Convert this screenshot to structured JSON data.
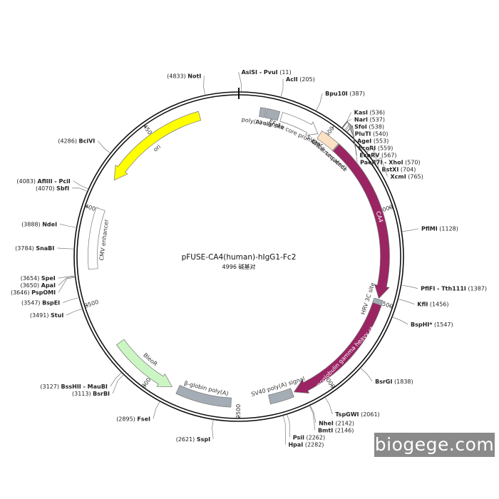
{
  "plasmid": {
    "name": "pFUSE-CA4(human)-hIgG1-Fc2",
    "length": 4996,
    "length_text": "4996 碱基对"
  },
  "scale_ticks": [
    {
      "bp": 500,
      "label": "500"
    },
    {
      "bp": 1000,
      "label": "1000"
    },
    {
      "bp": 1500,
      "label": "1500"
    },
    {
      "bp": 2000,
      "label": "2000"
    },
    {
      "bp": 2500,
      "label": "2500"
    },
    {
      "bp": 3000,
      "label": "3000"
    },
    {
      "bp": 3500,
      "label": "3500"
    },
    {
      "bp": 4000,
      "label": "4000"
    },
    {
      "bp": 4500,
      "label": "4500"
    }
  ],
  "sites": [
    {
      "name": "AsiSI - PvuI",
      "pos": 11,
      "pos_text": "(11)"
    },
    {
      "name": "AclI",
      "pos": 205,
      "pos_text": "(205)"
    },
    {
      "name": "Bpu10I",
      "pos": 387,
      "pos_text": "(387)"
    },
    {
      "name": "KasI",
      "pos": 536,
      "pos_text": "(536)"
    },
    {
      "name": "NarI",
      "pos": 537,
      "pos_text": "(537)"
    },
    {
      "name": "SfoI",
      "pos": 538,
      "pos_text": "(538)"
    },
    {
      "name": "PluTI",
      "pos": 540,
      "pos_text": "(540)"
    },
    {
      "name": "AgeI",
      "pos": 553,
      "pos_text": "(553)"
    },
    {
      "name": "EcoRI",
      "pos": 559,
      "pos_text": "(559)"
    },
    {
      "name": "EcoRV",
      "pos": 567,
      "pos_text": "(567)"
    },
    {
      "name": "PaeR7I - XhoI",
      "pos": 570,
      "pos_text": "(570)"
    },
    {
      "name": "BstXI",
      "pos": 704,
      "pos_text": "(704)"
    },
    {
      "name": "XcmI",
      "pos": 765,
      "pos_text": "(765)"
    },
    {
      "name": "PflMI",
      "pos": 1128,
      "pos_text": "(1128)"
    },
    {
      "name": "PflFI - Tth111I",
      "pos": 1387,
      "pos_text": "(1387)"
    },
    {
      "name": "KflI",
      "pos": 1456,
      "pos_text": "(1456)"
    },
    {
      "name": "BspHI*",
      "pos": 1547,
      "pos_text": "(1547)"
    },
    {
      "name": "BsrGI",
      "pos": 1838,
      "pos_text": "(1838)"
    },
    {
      "name": "TspGWI",
      "pos": 2061,
      "pos_text": "(2061)"
    },
    {
      "name": "NheI",
      "pos": 2142,
      "pos_text": "(2142)"
    },
    {
      "name": "BmtI",
      "pos": 2146,
      "pos_text": "(2146)"
    },
    {
      "name": "PsiI",
      "pos": 2262,
      "pos_text": "(2262)"
    },
    {
      "name": "HpaI",
      "pos": 2282,
      "pos_text": "(2282)"
    },
    {
      "name": "SspI",
      "pos": 2621,
      "pos_text": "(2621)"
    },
    {
      "name": "FseI",
      "pos": 2895,
      "pos_text": "(2895)"
    },
    {
      "name": "BsrBI",
      "pos": 3113,
      "pos_text": "(3113)"
    },
    {
      "name": "BssHII - MauBI",
      "pos": 3127,
      "pos_text": "(3127)"
    },
    {
      "name": "StuI",
      "pos": 3491,
      "pos_text": "(3491)"
    },
    {
      "name": "BspEI",
      "pos": 3547,
      "pos_text": "(3547)"
    },
    {
      "name": "PspOMI",
      "pos": 3646,
      "pos_text": "(3646)"
    },
    {
      "name": "ApaI",
      "pos": 3650,
      "pos_text": "(3650)"
    },
    {
      "name": "SpeI",
      "pos": 3654,
      "pos_text": "(3654)"
    },
    {
      "name": "SnaBI",
      "pos": 3784,
      "pos_text": "(3784)"
    },
    {
      "name": "NdeI",
      "pos": 3888,
      "pos_text": "(3888)"
    },
    {
      "name": "SbfI",
      "pos": 4070,
      "pos_text": "(4070)"
    },
    {
      "name": "AflIII - PciI",
      "pos": 4083,
      "pos_text": "(4083)"
    },
    {
      "name": "BciVI",
      "pos": 4286,
      "pos_text": "(4286)"
    },
    {
      "name": "NotI",
      "pos": 4833,
      "pos_text": "(4833)"
    }
  ],
  "features": [
    {
      "name": "pause site",
      "type": "box",
      "start": 150,
      "end": 220,
      "color": "#a4adb5"
    },
    {
      "name": "poly(A) signal",
      "type": "box",
      "start": 115,
      "end": 145,
      "color": "#a4adb5"
    },
    {
      "name": "EF-1α core promoter",
      "type": "arrow",
      "start": 235,
      "end": 455,
      "color": "#ffffff"
    },
    {
      "name": "5' LTR (truncated)",
      "type": "box",
      "start": 465,
      "end": 650,
      "color": "#fde1c4"
    },
    {
      "name": "Kozak sequence",
      "type": "box",
      "start": 575,
      "end": 582,
      "color": "#a4adb5"
    },
    {
      "name": "CA4",
      "type": "arrow",
      "start": 580,
      "end": 1480,
      "color": "#9b2563"
    },
    {
      "name": "HRV 3C site",
      "type": "box",
      "start": 1485,
      "end": 1512,
      "color": "#a4adb5"
    },
    {
      "name": "Immunoglobulin gamma heavy chain 3",
      "type": "arrow",
      "start": 1512,
      "end": 2190,
      "color": "#9b2563"
    },
    {
      "name": "SV40 poly(A) signal",
      "type": "box",
      "start": 2200,
      "end": 2330,
      "color": "#a4adb5"
    },
    {
      "name": "β-globin poly(A)",
      "type": "box",
      "start": 2540,
      "end": 2840,
      "color": "#a4adb5"
    },
    {
      "name": "BleoR",
      "type": "arrow",
      "start": 3250,
      "end": 2875,
      "color": "#ccf5c4"
    },
    {
      "name": "CMV enhancer",
      "type": "box",
      "start": 3680,
      "end": 4010,
      "color": "#ffffff"
    },
    {
      "name": "ori",
      "type": "arrow",
      "start": 4780,
      "end": 4185,
      "color": "#ffff00"
    }
  ],
  "watermark": "biogege.com"
}
